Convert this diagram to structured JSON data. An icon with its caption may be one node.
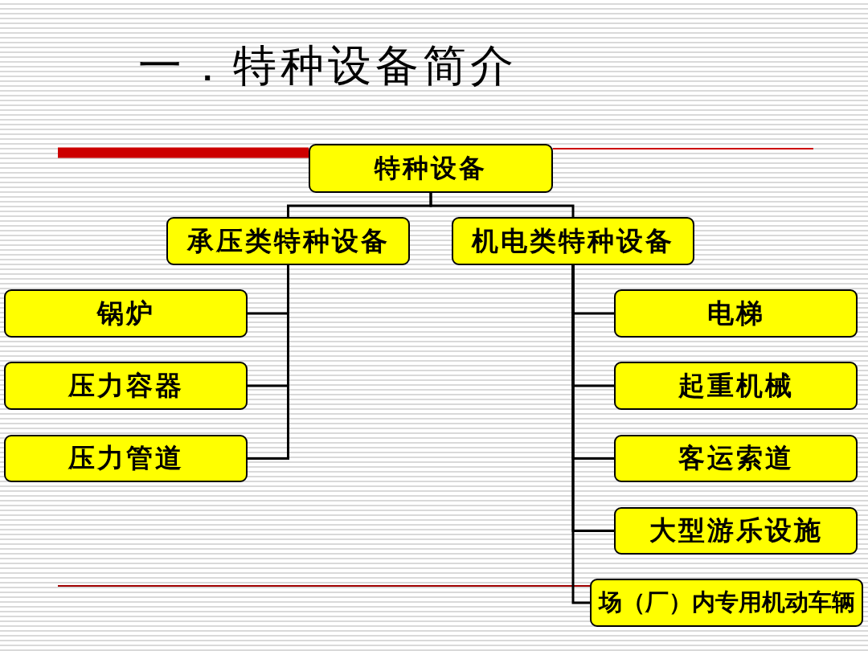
{
  "diagram": {
    "title": "一．特种设备简介",
    "nodes": [
      {
        "text": [
          "特种设备"
        ]
      },
      {
        "text": [
          "承压类特种设备"
        ]
      },
      {
        "text": [
          "机电类特种设备"
        ]
      },
      {
        "text": [
          "锅炉"
        ]
      },
      {
        "text": [
          "压力容器"
        ]
      },
      {
        "text": [
          "压力管道"
        ]
      },
      {
        "text": [
          "电梯"
        ]
      },
      {
        "text": [
          "起重机械"
        ]
      },
      {
        "text": [
          "客运索道"
        ]
      },
      {
        "text": [
          "大型游乐设施"
        ]
      },
      {
        "text": [
          "场（厂）内专用机动车辆"
        ]
      }
    ],
    "edges": [
      {
        "from": 0,
        "to": 1,
        "arrow": "none"
      },
      {
        "from": 0,
        "to": 2,
        "arrow": "none"
      },
      {
        "from": 1,
        "to": 3,
        "arrow": "none"
      },
      {
        "from": 1,
        "to": 4,
        "arrow": "none"
      },
      {
        "from": 1,
        "to": 5,
        "arrow": "none"
      },
      {
        "from": 2,
        "to": 6,
        "arrow": "none"
      },
      {
        "from": 2,
        "to": 7,
        "arrow": "none"
      },
      {
        "from": 2,
        "to": 8,
        "arrow": "none"
      },
      {
        "from": 2,
        "to": 9,
        "arrow": "none"
      },
      {
        "from": 2,
        "to": 10,
        "arrow": "none"
      }
    ]
  }
}
